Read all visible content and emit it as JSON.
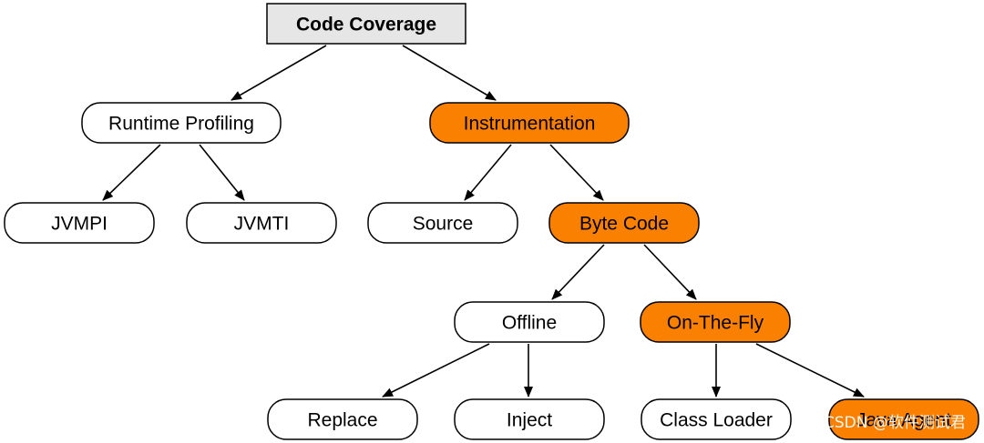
{
  "diagram": {
    "colors": {
      "plain": "#ffffff",
      "highlight": "#f98000",
      "root": "#e6e6e6",
      "stroke": "#000000"
    },
    "nodes": [
      {
        "id": "code-coverage",
        "label": "Code Coverage",
        "style": "root"
      },
      {
        "id": "runtime-profiling",
        "label": "Runtime Profiling",
        "style": "plain"
      },
      {
        "id": "instrumentation",
        "label": "Instrumentation",
        "style": "highlight"
      },
      {
        "id": "jvmpi",
        "label": "JVMPI",
        "style": "plain"
      },
      {
        "id": "jvmti",
        "label": "JVMTI",
        "style": "plain"
      },
      {
        "id": "source",
        "label": "Source",
        "style": "plain"
      },
      {
        "id": "byte-code",
        "label": "Byte Code",
        "style": "highlight"
      },
      {
        "id": "offline",
        "label": "Offline",
        "style": "plain"
      },
      {
        "id": "on-the-fly",
        "label": "On-The-Fly",
        "style": "highlight"
      },
      {
        "id": "replace",
        "label": "Replace",
        "style": "plain"
      },
      {
        "id": "inject",
        "label": "Inject",
        "style": "plain"
      },
      {
        "id": "class-loader",
        "label": "Class Loader",
        "style": "plain"
      },
      {
        "id": "java-agent",
        "label": "Java Agent",
        "style": "highlight"
      }
    ],
    "edges": [
      [
        "code-coverage",
        "runtime-profiling"
      ],
      [
        "code-coverage",
        "instrumentation"
      ],
      [
        "runtime-profiling",
        "jvmpi"
      ],
      [
        "runtime-profiling",
        "jvmti"
      ],
      [
        "instrumentation",
        "source"
      ],
      [
        "instrumentation",
        "byte-code"
      ],
      [
        "byte-code",
        "offline"
      ],
      [
        "byte-code",
        "on-the-fly"
      ],
      [
        "offline",
        "replace"
      ],
      [
        "offline",
        "inject"
      ],
      [
        "on-the-fly",
        "class-loader"
      ],
      [
        "on-the-fly",
        "java-agent"
      ]
    ]
  },
  "watermark": "CSDN @软件测试君"
}
